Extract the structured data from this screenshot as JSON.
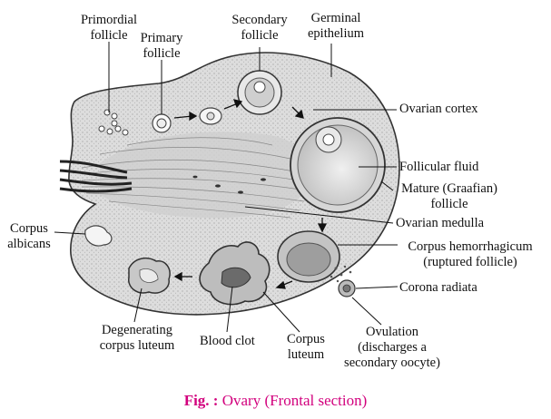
{
  "labels": {
    "primordial_follicle": [
      "Primordial",
      "follicle"
    ],
    "primary_follicle": [
      "Primary",
      "follicle"
    ],
    "secondary_follicle": [
      "Secondary",
      "follicle"
    ],
    "germinal_epithelium": [
      "Germinal",
      "epithelium"
    ],
    "ovarian_cortex": "Ovarian cortex",
    "follicular_fluid": "Follicular fluid",
    "mature_follicle": [
      "Mature (Graafian)",
      "follicle"
    ],
    "ovarian_medulla": "Ovarian medulla",
    "corpus_albicans": [
      "Corpus",
      "albicans"
    ],
    "corpus_hemorrhagicum": [
      "Corpus hemorrhagicum",
      "(ruptured follicle)"
    ],
    "corona_radiata": "Corona radiata",
    "degenerating_corpus_luteum": [
      "Degenerating",
      "corpus luteum"
    ],
    "blood_clot": "Blood clot",
    "corpus_luteum": [
      "Corpus",
      "luteum"
    ],
    "ovulation": [
      "Ovulation",
      "(discharges a",
      "secondary oocyte)"
    ]
  },
  "caption": {
    "prefix": "Fig. :",
    "text": " Ovary (Frontal section)"
  },
  "colors": {
    "caption": "#d2007d",
    "tissue": "#dcdcdc",
    "outline": "#333333"
  }
}
